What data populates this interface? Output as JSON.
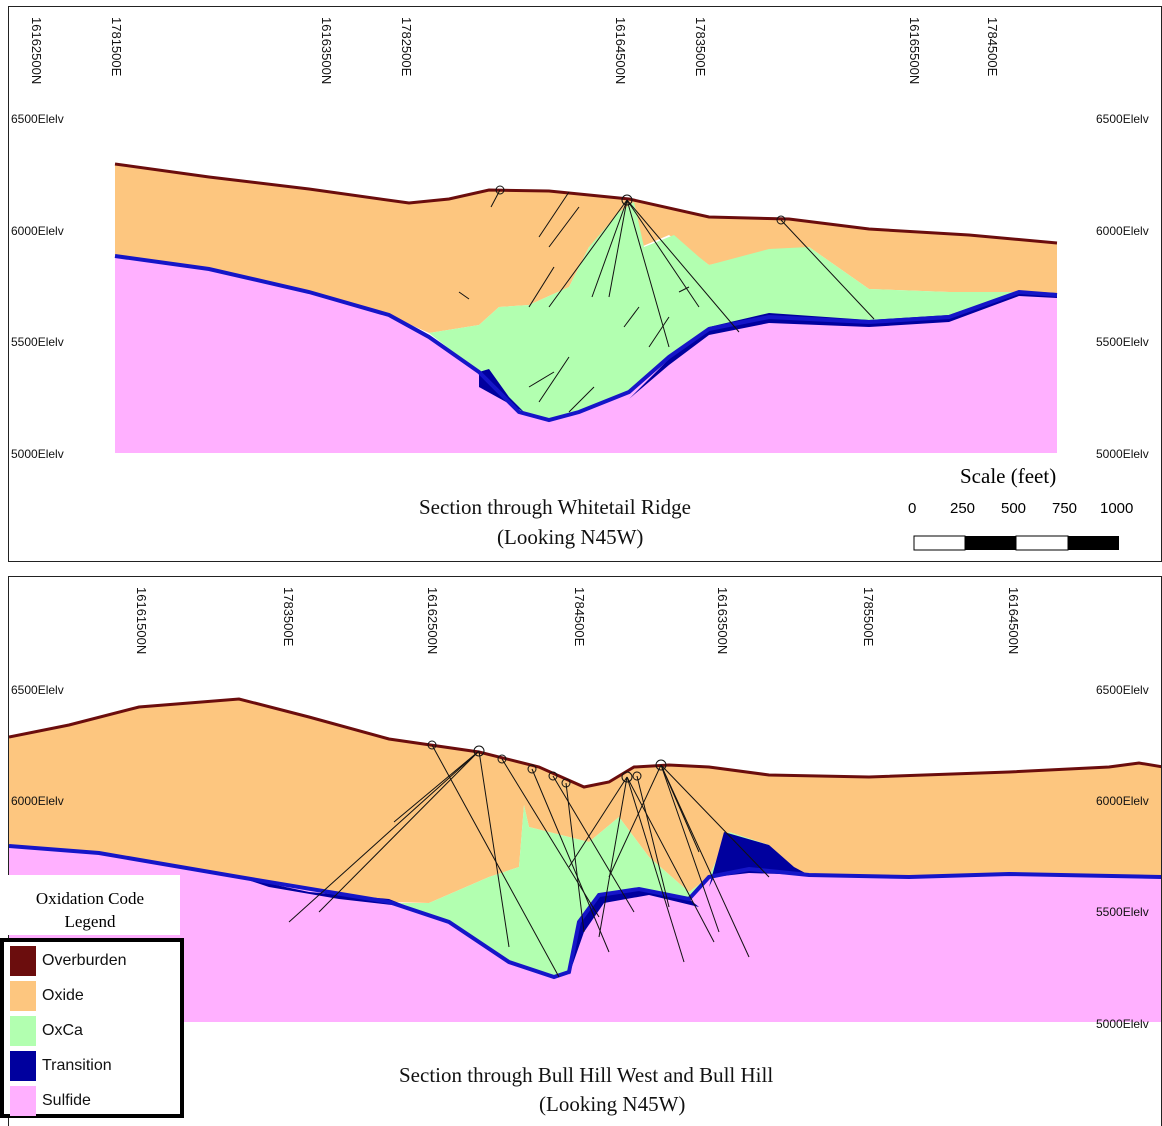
{
  "colors": {
    "overburden": "#6b0d0d",
    "oxide": "#fdc67f",
    "oxca": "#b2ffb0",
    "transition": "#00009e",
    "sulfide": "#ffb0ff",
    "contact_line": "#1515c8",
    "surface_line": "#6b0d0d",
    "drillhole": "#111111"
  },
  "panel1": {
    "ticks": [
      "16162500N",
      "1781500E",
      "16163500N",
      "1782500E",
      "16164500N",
      "1783500E",
      "16165500N",
      "1784500E"
    ],
    "elev_left": [
      "6500Elelv",
      "6000Elelv",
      "5500Elelv",
      "5000Elelv"
    ],
    "elev_right": [
      "6500Elelv",
      "6000Elelv",
      "5500Elelv",
      "5000Elelv"
    ],
    "title_line1": "Section through Whitetail Ridge",
    "title_line2": "(Looking N45W)"
  },
  "scale": {
    "title": "Scale (feet)",
    "labels": [
      "0",
      "250",
      "500",
      "750",
      "1000"
    ]
  },
  "panel2": {
    "ticks": [
      "16161500N",
      "1783500E",
      "16162500N",
      "1784500E",
      "16163500N",
      "1785500E",
      "16164500N"
    ],
    "elev_left": [
      "6500Elelv",
      "6000Elelv"
    ],
    "elev_right": [
      "6500Elelv",
      "6000Elelv",
      "5500Elelv",
      "5000Elelv"
    ],
    "title_line1": "Section through Bull Hill West and Bull Hill",
    "title_line2": "(Looking N45W)"
  },
  "legend": {
    "title_line1": "Oxidation Code",
    "title_line2": "Legend",
    "items": [
      {
        "label": "Overburden",
        "color": "#6b0d0d"
      },
      {
        "label": "Oxide",
        "color": "#fdc67f"
      },
      {
        "label": "OxCa",
        "color": "#b2ffb0"
      },
      {
        "label": "Transition",
        "color": "#00009e"
      },
      {
        "label": "Sulfide",
        "color": "#ffb0ff"
      }
    ]
  }
}
